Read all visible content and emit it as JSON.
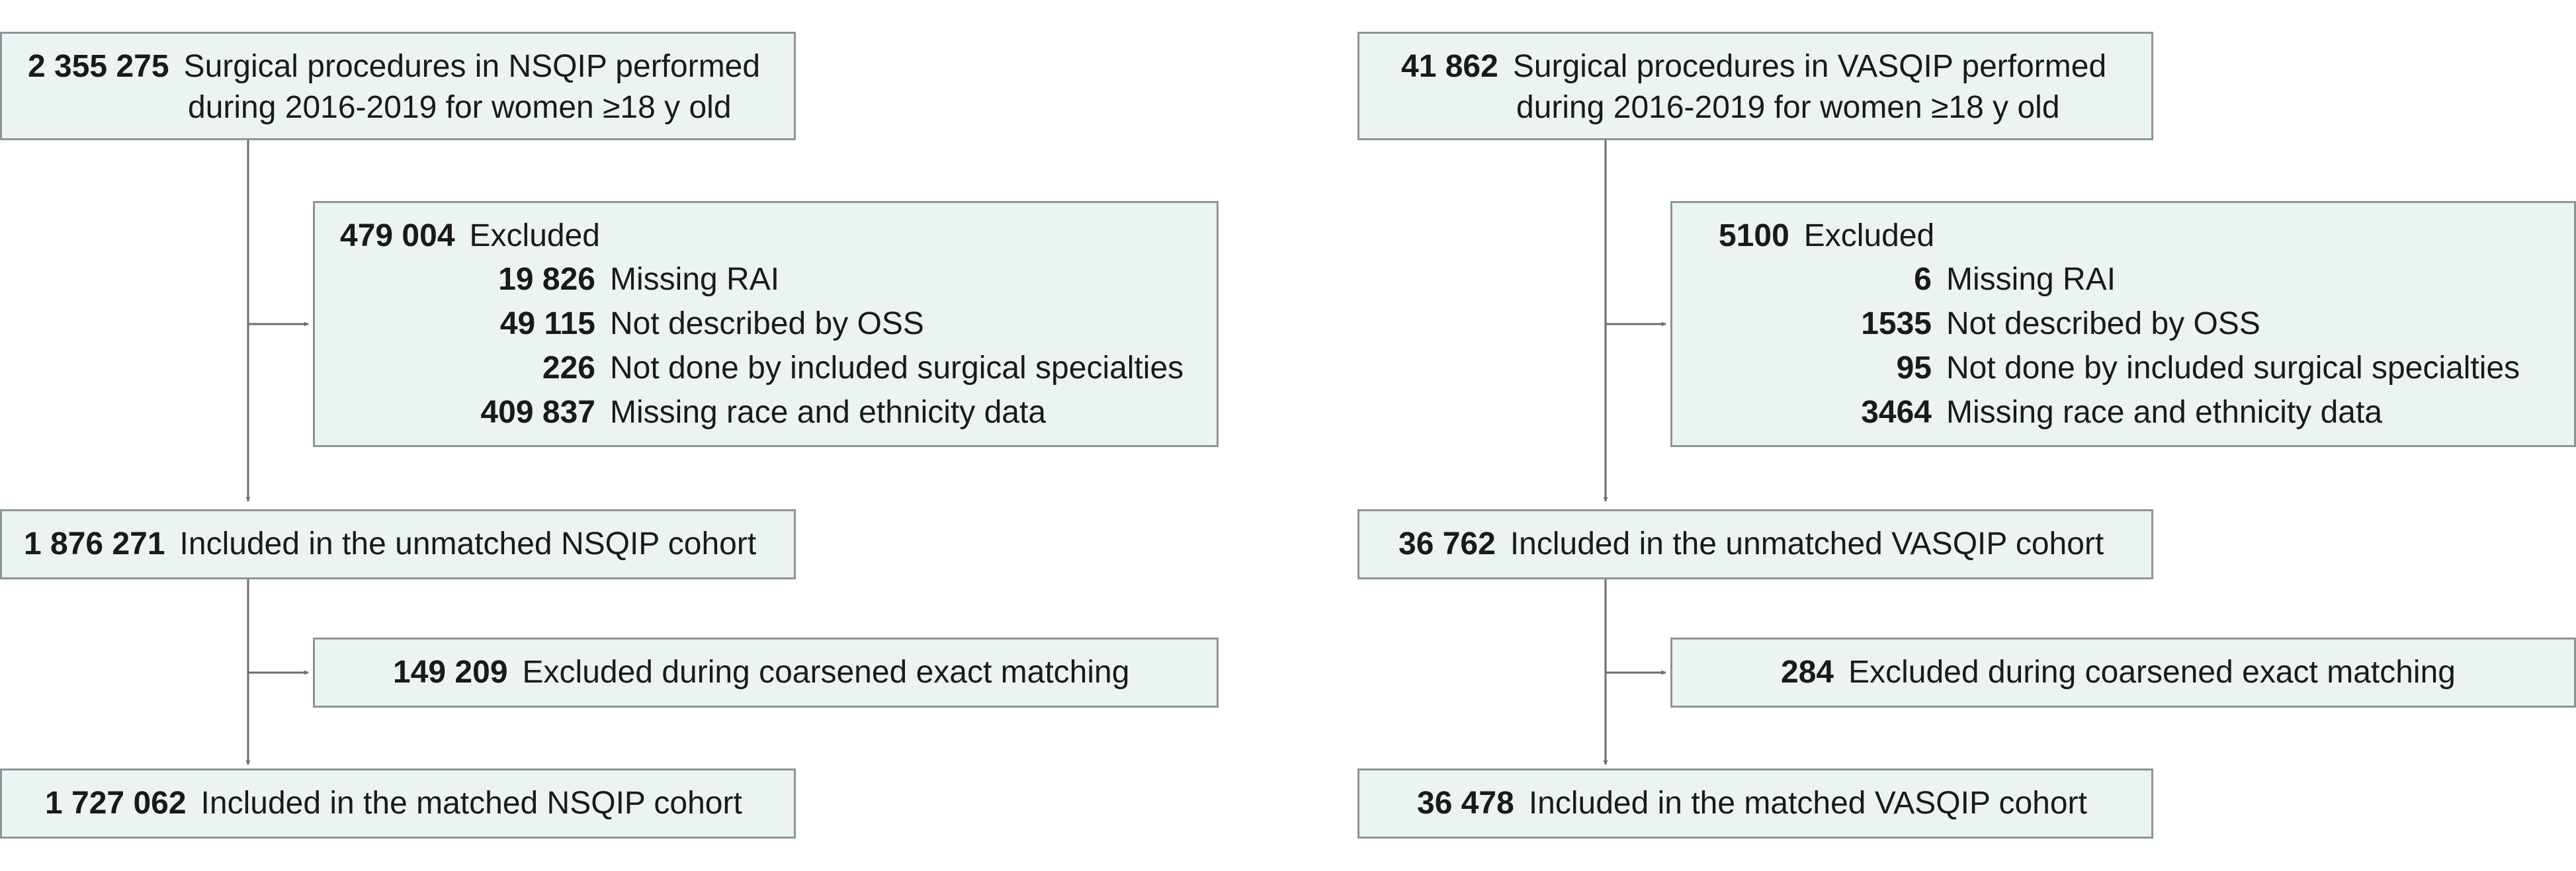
{
  "nsqip": {
    "start": {
      "count": "2 355 275",
      "line1": "Surgical procedures in NSQIP performed",
      "line2": "during 2016-2019 for women ≥18 y old"
    },
    "excluded1": {
      "total": {
        "count": "479 004",
        "label": "Excluded"
      },
      "items": [
        {
          "count": "19 826",
          "label": "Missing RAI"
        },
        {
          "count": "49 115",
          "label": "Not described by OSS"
        },
        {
          "count": "226",
          "label": "Not done by included surgical specialties"
        },
        {
          "count": "409 837",
          "label": "Missing race and ethnicity data"
        }
      ]
    },
    "unmatched": {
      "count": "1 876 271",
      "label": "Included in the unmatched NSQIP cohort"
    },
    "excluded2": {
      "count": "149 209",
      "label": "Excluded during coarsened exact matching"
    },
    "matched": {
      "count": "1 727 062",
      "label": "Included in the matched NSQIP cohort"
    }
  },
  "vasqip": {
    "start": {
      "count": "41 862",
      "line1": "Surgical procedures in VASQIP performed",
      "line2": "during 2016-2019 for women ≥18 y old"
    },
    "excluded1": {
      "total": {
        "count": "5100",
        "label": "Excluded"
      },
      "items": [
        {
          "count": "6",
          "label": "Missing RAI"
        },
        {
          "count": "1535",
          "label": "Not described by OSS"
        },
        {
          "count": "95",
          "label": "Not done by included surgical specialties"
        },
        {
          "count": "3464",
          "label": "Missing race and ethnicity data"
        }
      ]
    },
    "unmatched": {
      "count": "36 762",
      "label": "Included in the unmatched VASQIP cohort"
    },
    "excluded2": {
      "count": "284",
      "label": "Excluded during coarsened exact matching"
    },
    "matched": {
      "count": "36 478",
      "label": "Included in the matched VASQIP cohort"
    }
  }
}
